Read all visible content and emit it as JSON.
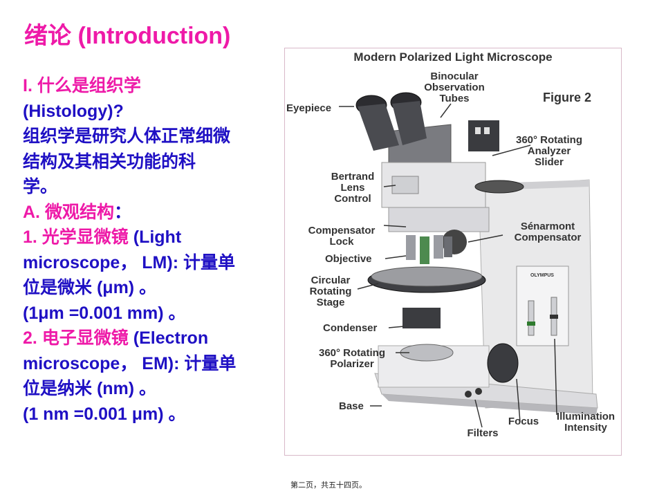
{
  "slide": {
    "title": "绪论 (Introduction)",
    "lines": [
      [
        {
          "t": "I. 什么是组织学",
          "c": "pink"
        }
      ],
      [
        {
          "t": "(Histology)?",
          "c": "blue"
        }
      ],
      [
        {
          "t": "组织学是研究人体正常细微",
          "c": "blue"
        }
      ],
      [
        {
          "t": "结构及其相关功能的科",
          "c": "blue"
        }
      ],
      [
        {
          "t": "学。",
          "c": "blue"
        }
      ],
      [
        {
          "t": "A. 微观结构",
          "c": "pink"
        },
        {
          "t": "：",
          "c": "blue"
        }
      ],
      [
        {
          "t": "1. 光学显微镜",
          "c": "pink"
        },
        {
          "t": " (Light",
          "c": "blue"
        }
      ],
      [
        {
          "t": "microscope， LM): 计量单",
          "c": "blue"
        }
      ],
      [
        {
          "t": "位是微米 (μm) 。",
          "c": "blue"
        }
      ],
      [
        {
          "t": "(1μm =0.001 mm) 。",
          "c": "blue"
        }
      ],
      [
        {
          "t": "2. 电子显微镜",
          "c": "pink"
        },
        {
          "t": " (Electron",
          "c": "blue"
        }
      ],
      [
        {
          "t": "microscope， EM): 计量单",
          "c": "blue"
        }
      ],
      [
        {
          "t": "位是纳米 (nm) 。",
          "c": "blue"
        }
      ],
      [
        {
          "t": "(1 nm =0.001 μm) 。",
          "c": "blue"
        }
      ]
    ],
    "footer": "第二页，共五十四页。"
  },
  "figure": {
    "title": "Modern Polarized Light Microscope",
    "figure_label": "Figure 2",
    "brand": "OLYMPUS",
    "labels": {
      "eyepiece": "Eyepiece",
      "binocular": [
        "Binocular",
        "Observation",
        "Tubes"
      ],
      "analyzer": [
        "360° Rotating",
        "Analyzer",
        "Slider"
      ],
      "bertrand": [
        "Bertrand",
        "Lens",
        "Control"
      ],
      "compensator_lock": [
        "Compensator",
        "Lock"
      ],
      "senarmont": [
        "Sénarmont",
        "Compensator"
      ],
      "objective": "Objective",
      "stage": [
        "Circular",
        "Rotating",
        "Stage"
      ],
      "condenser": "Condenser",
      "polarizer": [
        "360° Rotating",
        "Polarizer"
      ],
      "base": "Base",
      "focus": "Focus",
      "filters": "Filters",
      "illumination": [
        "Illumination",
        "Intensity"
      ]
    }
  }
}
